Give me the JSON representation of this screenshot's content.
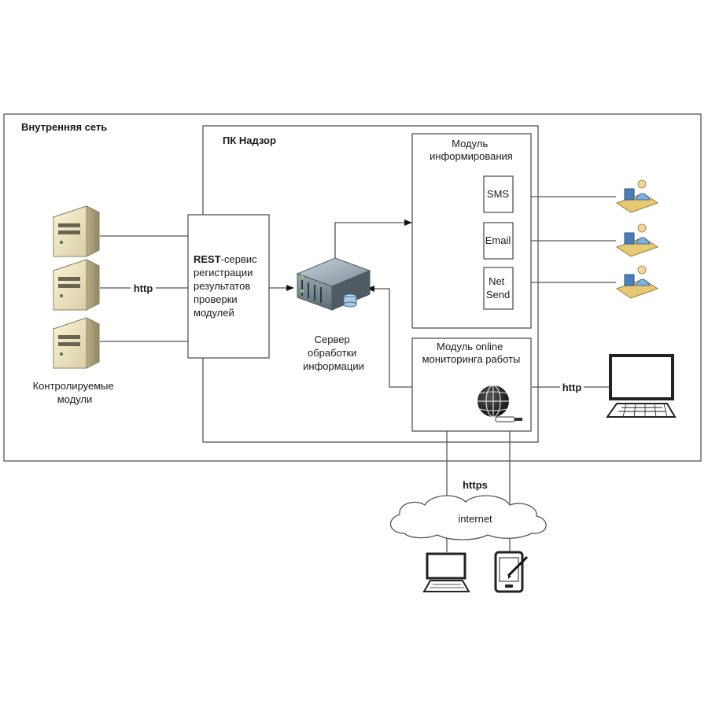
{
  "internal_network": {
    "label": "Внутренняя сеть"
  },
  "pk_nadzor": {
    "label": "ПК Надзор"
  },
  "rest_service": {
    "lines": [
      {
        "bold": "REST",
        "text": "-сервис"
      },
      {
        "bold": "",
        "text": "регистрации"
      },
      {
        "bold": "",
        "text": "результатов"
      },
      {
        "bold": "",
        "text": "проверки"
      },
      {
        "bold": "",
        "text": "модулей"
      }
    ]
  },
  "http_left": {
    "label": "http"
  },
  "monitored_modules": {
    "lines": [
      "Контролируемые",
      "модули"
    ]
  },
  "processing_server": {
    "lines": [
      "Сервер",
      "обработки",
      "информации"
    ]
  },
  "informing_module": {
    "lines": [
      "Модуль",
      "информирования"
    ],
    "channels": [
      {
        "lines": [
          "SMS"
        ]
      },
      {
        "lines": [
          "Email"
        ]
      },
      {
        "lines": [
          "Net",
          "Send"
        ]
      }
    ]
  },
  "monitoring_module": {
    "lines": [
      "Модуль online",
      "мониторинга работы"
    ]
  },
  "http_right": {
    "label": "http"
  },
  "https": {
    "label": "https"
  },
  "internet": {
    "label": "internet"
  },
  "icons": [
    "server-icon",
    "rack-server-icon",
    "user-workstation-icon",
    "globe-icon",
    "monitor-icon",
    "laptop-icon",
    "tablet-icon",
    "cloud-icon"
  ]
}
